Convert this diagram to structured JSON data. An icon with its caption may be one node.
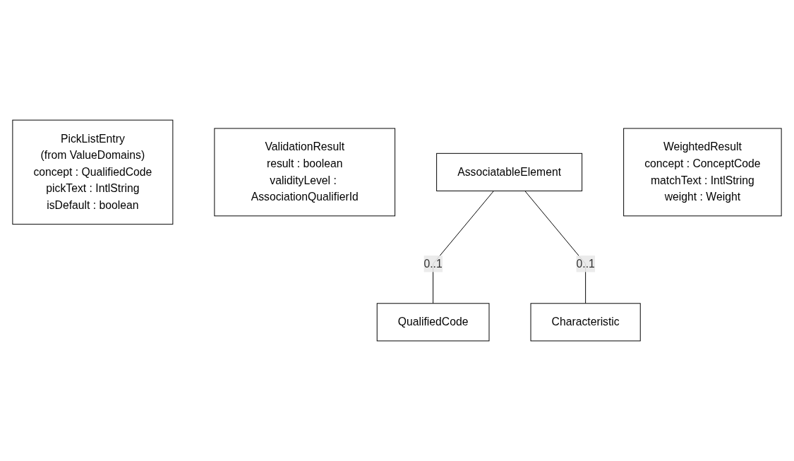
{
  "diagram": {
    "nodes": [
      {
        "text": [
          "PickListEntry",
          "(from ValueDomains)",
          "concept : QualifiedCode",
          "pickText : IntlString",
          "isDefault : boolean"
        ]
      },
      {
        "text": [
          "ValidationResult",
          "result : boolean",
          "validityLevel : AssociationQualifierId"
        ]
      },
      {
        "text": [
          "AssociatableElement"
        ]
      },
      {
        "text": [
          "WeightedResult",
          "concept : ConceptCode",
          "matchText : IntlString",
          "weight : Weight"
        ]
      },
      {
        "text": [
          "QualifiedCode"
        ]
      },
      {
        "text": [
          "Characteristic"
        ]
      }
    ],
    "edges": [
      {
        "from": 2,
        "to": 4,
        "arrow": "none",
        "label": "0..1"
      },
      {
        "from": 2,
        "to": 5,
        "arrow": "none",
        "label": "0..1"
      }
    ]
  }
}
